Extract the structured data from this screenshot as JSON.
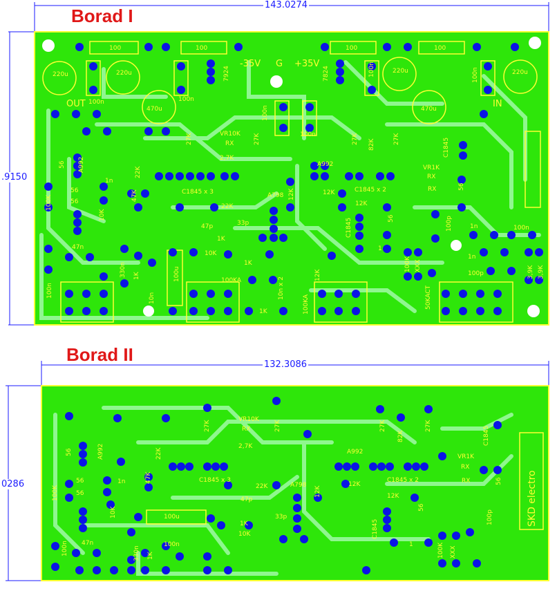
{
  "board1": {
    "title": "Borad I",
    "width_dim": "143.0274",
    "height_dim": ".9150",
    "power_labels": {
      "neg": "-35V",
      "gnd": "G",
      "pos": "+35V"
    },
    "io_labels": {
      "out": "OUT",
      "in": "IN"
    },
    "regs": [
      "7924",
      "7824"
    ],
    "labels": [
      "100",
      "100",
      "100",
      "100",
      "220u",
      "220u",
      "220u",
      "220u",
      "100n",
      "100n",
      "100n",
      "100n",
      "100n",
      "100n",
      "100n",
      "470u",
      "470u",
      "VR10K",
      "RX",
      "2,7K",
      "27K",
      "27K",
      "27K",
      "82K",
      "27K",
      "A992",
      "A992",
      "C1845 x 3",
      "C1845 x 2",
      "C1845",
      "C1845",
      "VR1K",
      "RX",
      "RX",
      "56",
      "56",
      "56",
      "56",
      "56",
      "1n",
      "1n",
      "1n",
      "22K",
      "22K",
      "12K",
      "12K",
      "12K",
      "12K",
      "47K",
      "10K",
      "100K",
      "A798",
      "47p",
      "1K",
      "1K",
      "1K",
      "33p",
      "47n",
      "330n",
      "100u",
      "10K",
      "100KA",
      "100KA",
      "10n x 2",
      "1K",
      "50KACT",
      "100K",
      "XXX",
      "1",
      "100p",
      "100n",
      "3,9K",
      "3,9K",
      "10n",
      "100p"
    ],
    "colors": {
      "board": "#2ee60a",
      "track": "#8ff78f",
      "silk": "#ffff33",
      "pad": "#0a14e6",
      "dim": "#1a1aff",
      "title": "#e01818"
    }
  },
  "board2": {
    "title": "Borad II",
    "width_dim": "132.3086",
    "height_dim": "0286",
    "logo": "SKD electro",
    "labels": [
      "VR10K",
      "RX",
      "2,7K",
      "27K",
      "27K",
      "27K",
      "82K",
      "27K",
      "A992",
      "A992",
      "C1845 x 3",
      "C1845 x 2",
      "C1845",
      "C1845",
      "VR1K",
      "RX",
      "RX",
      "56",
      "56",
      "56",
      "56",
      "56",
      "1n",
      "22K",
      "22K",
      "12K",
      "12K",
      "12K",
      "47K",
      "10K",
      "100K",
      "A798",
      "47p",
      "1K",
      "10K",
      "33p",
      "47n",
      "330n",
      "100u",
      "1K",
      "100n",
      "100n",
      "1",
      "100K",
      "XXX",
      "100p"
    ]
  }
}
